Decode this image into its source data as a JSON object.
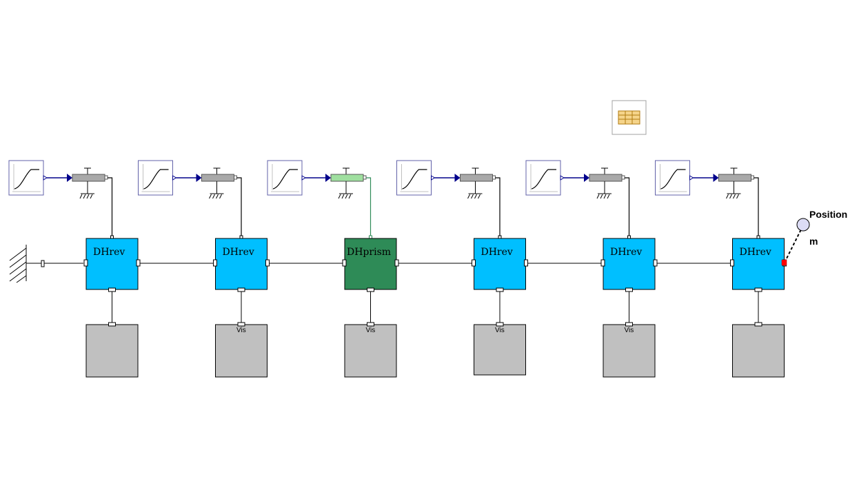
{
  "diagram": {
    "table_icon": "table-icon",
    "fixed_icon": "fixed-ground-icon",
    "joints": [
      {
        "label": "DHrev",
        "kind": "revolute",
        "fill": "#00bfff",
        "vis_label": ""
      },
      {
        "label": "DHrev",
        "kind": "revolute",
        "fill": "#00bfff",
        "vis_label": "Vis"
      },
      {
        "label": "DHprism",
        "kind": "prismatic",
        "fill": "#2e8b57",
        "vis_label": "Vis"
      },
      {
        "label": "DHrev",
        "kind": "revolute",
        "fill": "#00bfff",
        "vis_label": "Vis"
      },
      {
        "label": "DHrev",
        "kind": "revolute",
        "fill": "#00bfff",
        "vis_label": "Vis"
      },
      {
        "label": "DHrev",
        "kind": "revolute",
        "fill": "#00bfff",
        "vis_label": ""
      }
    ],
    "signal_icon": "ramp-signal-icon",
    "actuator_icon": "drive-actuator-icon",
    "sensor": {
      "label": "Position",
      "unit": "m",
      "icon": "position-sensor-icon"
    },
    "colors": {
      "revolute": "#00bfff",
      "prismatic": "#2e8b57",
      "prismatic_actuator": "#9fdf9f",
      "vis_block": "#c0c0c0",
      "signal_line": "#00008b",
      "connection_port": "#ff0000"
    }
  }
}
